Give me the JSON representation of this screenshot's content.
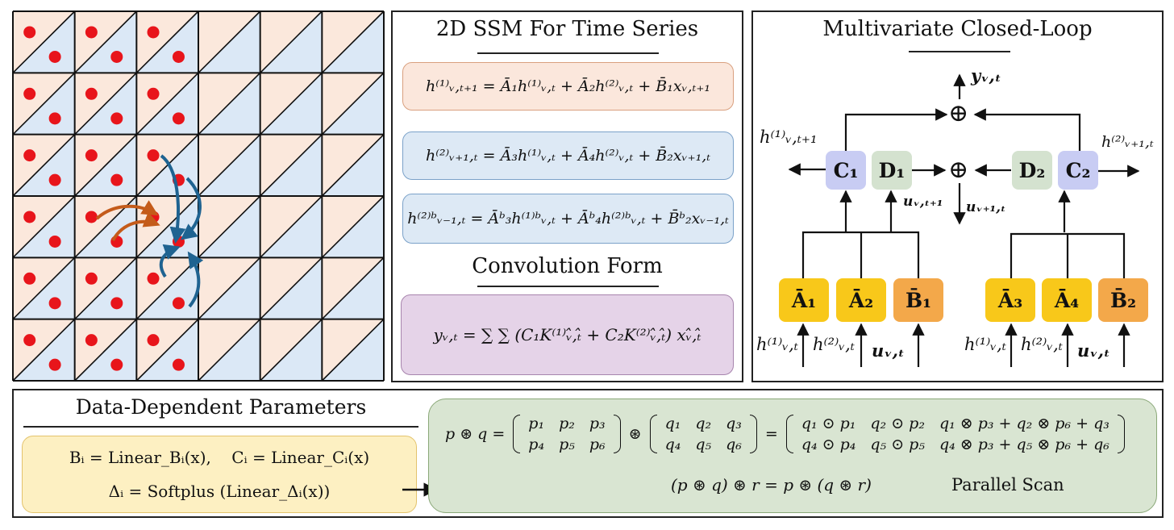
{
  "grid": {
    "colors": {
      "pink": "#fbe8dc",
      "blue": "#dbe8f6",
      "dot": "#e8151b",
      "arrow_blue": "#1f6391",
      "arrow_orange": "#c45b1a"
    },
    "note": ""
  },
  "ssm": {
    "title": "2D SSM For Time Series",
    "eq1": "h⁽¹⁾ᵥ,ₜ₊₁ = Ā₁h⁽¹⁾ᵥ,ₜ + Ā₂h⁽²⁾ᵥ,ₜ + B̄₁xᵥ,ₜ₊₁",
    "eq2": "h⁽²⁾ᵥ₊₁,ₜ = Ā₃h⁽¹⁾ᵥ,ₜ + Ā₄h⁽²⁾ᵥ,ₜ + B̄₂xᵥ₊₁,ₜ",
    "eq3": "h⁽²⁾ᵇᵥ₋₁,ₜ = Āᵇ₃h⁽¹⁾ᵇᵥ,ₜ + Āᵇ₄h⁽²⁾ᵇᵥ,ₜ + B̄ᵇ₂xᵥ₋₁,ₜ",
    "conv_title": "Convolution Form",
    "conv_eq": "yᵥ,ₜ = ∑ ∑ (C₁K⁽¹⁾ᵥ̂,ₜ̂ + C₂K⁽²⁾ᵥ̂,ₜ̂) xᵥ̂,ₜ̂"
  },
  "loop": {
    "title": "Multivariate Closed-Loop",
    "y_out": "yᵥ,ₜ",
    "h_left": "h⁽¹⁾ᵥ,ₜ₊₁",
    "h_right": "h⁽²⁾ᵥ₊₁,ₜ",
    "C1": "C₁",
    "D1": "D₁",
    "D2": "D₂",
    "C2": "C₂",
    "u_left": "uᵥ,ₜ₊₁",
    "u_right": "uᵥ₊₁,ₜ",
    "A1": "Ā₁",
    "A2": "Ā₂",
    "B1": "B̄₁",
    "A3": "Ā₃",
    "A4": "Ā₄",
    "B2": "B̄₂",
    "in_h1": "h⁽¹⁾ᵥ,ₜ",
    "in_h2": "h⁽²⁾ᵥ,ₜ",
    "in_u": "uᵥ,ₜ",
    "plus": "⊕"
  },
  "params": {
    "title": "Data-Dependent Parameters",
    "line1": "Bᵢ = Linear_Bᵢ(x),    Cᵢ = Linear_Cᵢ(x)",
    "line2": "Δᵢ = Softplus (Linear_Δᵢ(x))"
  },
  "scan": {
    "lhs": "p ⊛ q =",
    "m1": [
      [
        "p₁",
        "p₂",
        "p₃"
      ],
      [
        "p₄",
        "p₅",
        "p₆"
      ]
    ],
    "op": "⊛",
    "m2": [
      [
        "q₁",
        "q₂",
        "q₃"
      ],
      [
        "q₄",
        "q₅",
        "q₆"
      ]
    ],
    "eq": "=",
    "m3": [
      [
        "q₁ ⊙ p₁",
        "q₂ ⊙ p₂",
        "q₁ ⊗ p₃ + q₂ ⊗ p₆ + q₃"
      ],
      [
        "q₄ ⊙ p₄",
        "q₅ ⊙ p₅",
        "q₄ ⊗ p₃ + q₅ ⊗ p₆ + q₆"
      ]
    ],
    "assoc": "(p ⊛ q) ⊛ r = p ⊛ (q ⊛ r)",
    "label": "Parallel Scan"
  }
}
